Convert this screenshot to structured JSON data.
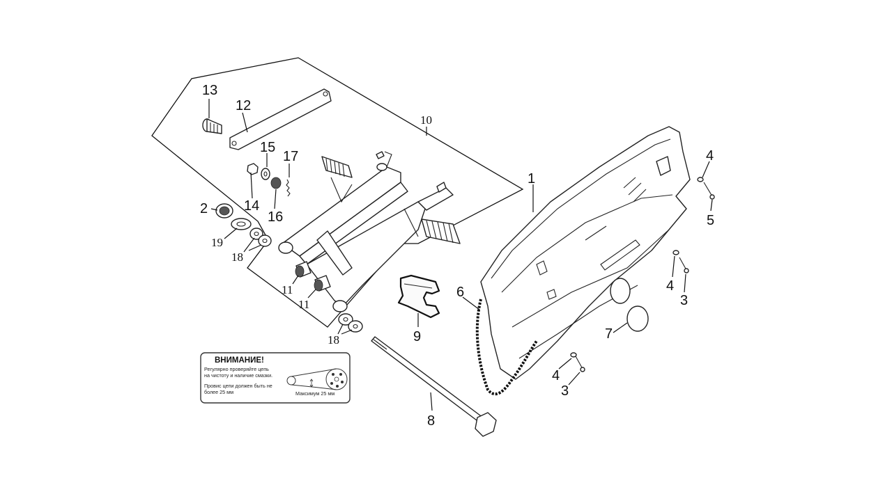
{
  "labels": {
    "l1": "1",
    "l2": "2",
    "l3a": "3",
    "l3b": "3",
    "l4a": "4",
    "l4b": "4",
    "l4c": "4",
    "l5": "5",
    "l6": "6",
    "l7": "7",
    "l8": "8",
    "l9": "9",
    "l10": "10",
    "l11a": "11",
    "l11b": "11",
    "l12": "12",
    "l13": "13",
    "l14": "14",
    "l15": "15",
    "l16": "16",
    "l17": "17",
    "l18a": "18",
    "l18b": "18",
    "l19": "19"
  },
  "warning": {
    "title": "ВНИМАНИЕ!",
    "line1": "Регулярно проверяйте цепь",
    "line2": "на чистоту и наличие смазки.",
    "line3": "Провис цепи должен быть не",
    "line4": "более 25 мм",
    "max_label": "Максимум 25 мм"
  }
}
